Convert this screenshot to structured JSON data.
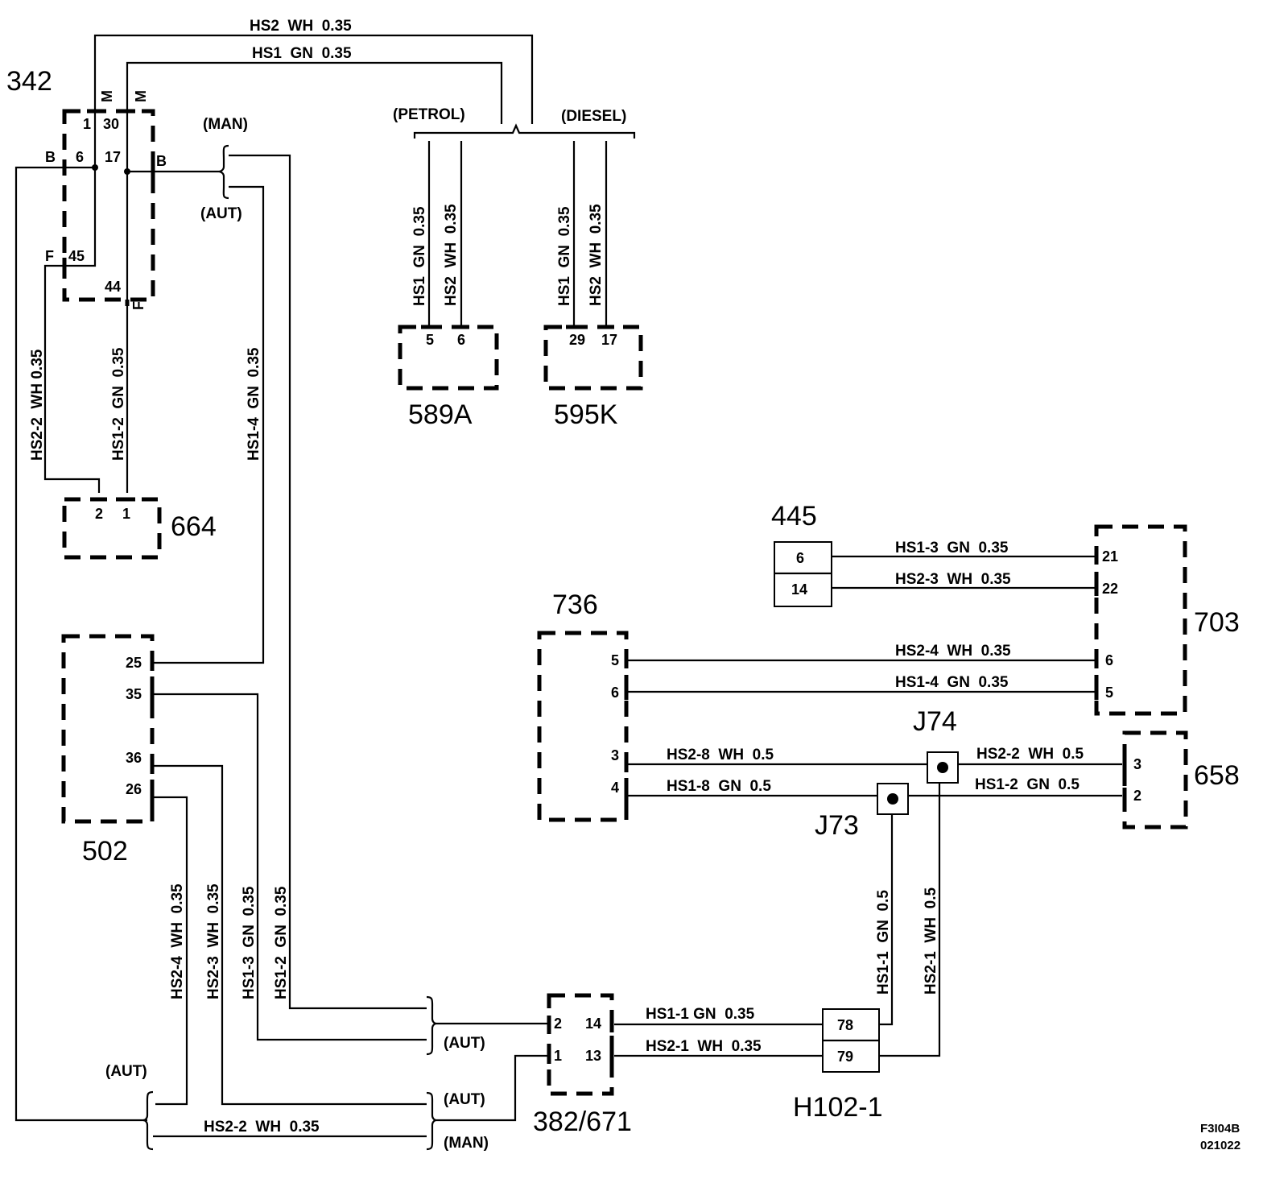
{
  "components": {
    "c342": "342",
    "c589A": "589A",
    "c595K": "595K",
    "c664": "664",
    "c445": "445",
    "c736": "736",
    "c703": "703",
    "c502": "502",
    "c658": "658",
    "c382_671": "382/671",
    "cH102_1": "H102-1",
    "cJ73": "J73",
    "cJ74": "J74"
  },
  "variants": {
    "petrol": "(PETROL)",
    "diesel": "(DIESEL)",
    "man": "(MAN)",
    "aut": "(AUT)"
  },
  "pins": {
    "p342_1": "1",
    "p342_30": "30",
    "p342_6": "6",
    "p342_17": "17",
    "p342_45": "45",
    "p342_44": "44",
    "p342_M": "M",
    "p342_B": "B",
    "p342_F": "F",
    "p589A_5": "5",
    "p589A_6": "6",
    "p595K_29": "29",
    "p595K_17": "17",
    "p664_2": "2",
    "p664_1": "1",
    "p445_6": "6",
    "p445_14": "14",
    "p703_21": "21",
    "p703_22": "22",
    "p703_6": "6",
    "p703_5": "5",
    "p736_5": "5",
    "p736_6": "6",
    "p736_3": "3",
    "p736_4": "4",
    "p502_25": "25",
    "p502_35": "35",
    "p502_36": "36",
    "p502_26": "26",
    "p658_3": "3",
    "p658_2": "2",
    "p382_2": "2",
    "p382_14": "14",
    "p382_1": "1",
    "p382_13": "13",
    "pH102_78": "78",
    "pH102_79": "79"
  },
  "wires": {
    "top_hs2": "HS2  WH  0.35",
    "top_hs1": "HS1  GN  0.35",
    "petrol_hs1": "HS1  GN  0.35",
    "petrol_hs2": "HS2  WH  0.35",
    "diesel_hs1": "HS1  GN  0.35",
    "diesel_hs2": "HS2  WH  0.35",
    "hs2_2_left": "HS2-2  WH 0.35",
    "hs1_2_left": "HS1-2  GN  0.35",
    "hs1_4_vert": "HS1-4  GN  0.35",
    "hs1_3_445": "HS1-3  GN  0.35",
    "hs2_3_445": "HS2-3  WH  0.35",
    "hs2_4_736": "HS2-4  WH  0.35",
    "hs1_4_736": "HS1-4  GN  0.35",
    "hs2_8": "HS2-8  WH  0.5",
    "hs1_8": "HS1-8  GN  0.5",
    "hs2_2_658": "HS2-2  WH  0.5",
    "hs1_2_658": "HS1-2  GN  0.5",
    "hs1_1_vert": "HS1-1  GN  0.5",
    "hs2_1_vert": "HS2-1  WH  0.5",
    "hs2_4_vert": "HS2-4  WH  0.35",
    "hs2_3_vert": "HS2-3  WH  0.35",
    "hs1_3_vert": "HS1-3  GN  0.35",
    "hs1_2_vert": "HS1-2  GN  0.35",
    "hs1_1_h102": "HS1-1 GN  0.35",
    "hs2_1_h102": "HS2-1  WH  0.35",
    "hs2_2_bottom": "HS2-2  WH  0.35"
  },
  "ref": {
    "code": "F3I04B",
    "date": "021022"
  }
}
